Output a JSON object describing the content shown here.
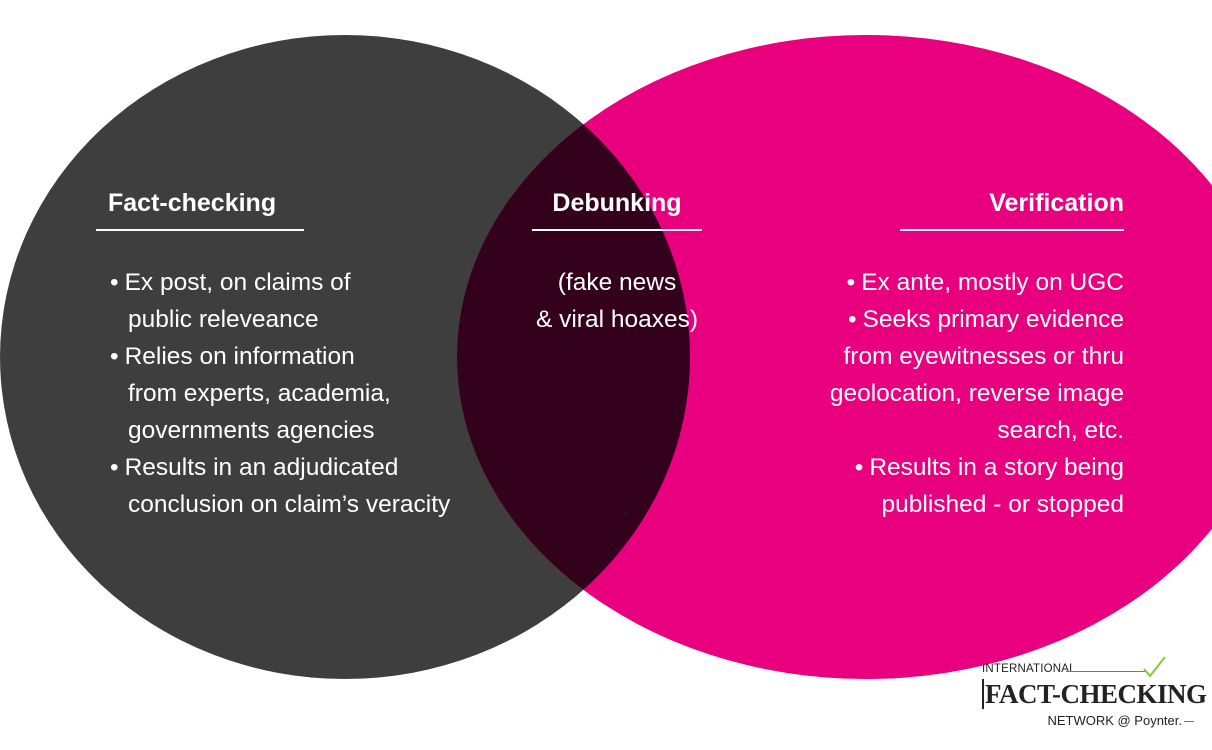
{
  "colors": {
    "left_circle": "#3e3e3e",
    "right_circle": "#e8007f",
    "overlap": "#34011d",
    "text": "#ffffff"
  },
  "left": {
    "heading": "Fact-checking",
    "lines": [
      "Ex post, on claims of",
      "public releveance",
      "Relies on information",
      "from experts, academia,",
      "governments agencies",
      "Results in an adjudicated",
      "conclusion on claim’s veracity"
    ]
  },
  "center": {
    "heading": "Debunking",
    "lines": [
      "(fake news",
      "& viral hoaxes)"
    ]
  },
  "right": {
    "heading": "Verification",
    "lines": [
      "Ex ante, mostly on UGC",
      "Seeks primary evidence",
      "from eyewitnesses or thru",
      "geolocation, reverse image",
      "search, etc.",
      "Results in a story being",
      "published - or stopped"
    ]
  },
  "logo": {
    "top_text": "INTERNATIONAL",
    "main_text": "FACT-CHECKING",
    "bottom_text": "NETWORK @ Poynter."
  }
}
